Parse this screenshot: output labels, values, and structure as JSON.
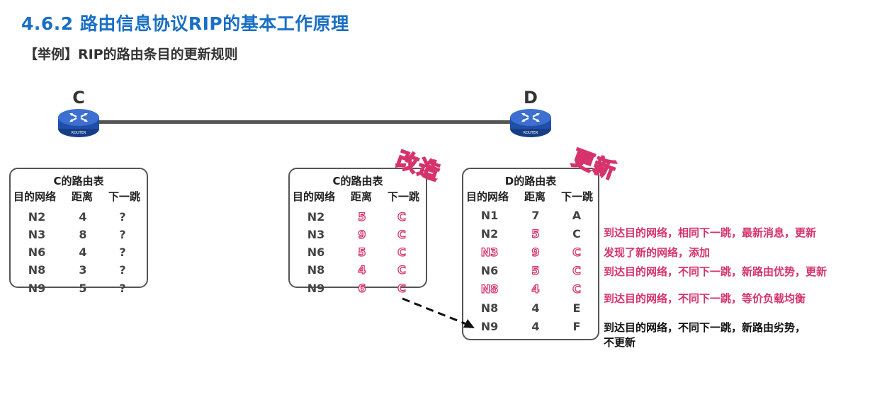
{
  "title": "4.6.2 路由信息协议RIP的基本工作原理",
  "subtitle": "【举例】RIP的路由条目的更新规则",
  "routers": {
    "c_label": "C",
    "d_label": "D",
    "router_caption": "ROUTER"
  },
  "headers": {
    "dest": "目的网络",
    "dist": "距离",
    "next": "下一跳"
  },
  "table_c": {
    "name": "C的路由表",
    "rows": [
      {
        "dest": "N2",
        "dist": "4",
        "next": "?"
      },
      {
        "dest": "N3",
        "dist": "8",
        "next": "?"
      },
      {
        "dest": "N6",
        "dist": "4",
        "next": "?"
      },
      {
        "dest": "N8",
        "dist": "3",
        "next": "?"
      },
      {
        "dest": "N9",
        "dist": "5",
        "next": "?"
      }
    ]
  },
  "table_c_mod": {
    "name": "C的路由表",
    "stamp": "改造",
    "rows": [
      {
        "dest": "N2",
        "dist": "5",
        "next": "C"
      },
      {
        "dest": "N3",
        "dist": "9",
        "next": "C"
      },
      {
        "dest": "N6",
        "dist": "5",
        "next": "C"
      },
      {
        "dest": "N8",
        "dist": "4",
        "next": "C"
      },
      {
        "dest": "N9",
        "dist": "6",
        "next": "C"
      }
    ]
  },
  "table_d": {
    "name": "D的路由表",
    "stamp": "更新",
    "rows": [
      {
        "dest": "N1",
        "dist": "7",
        "next": "A"
      },
      {
        "dest": "N2",
        "dist": "5",
        "next": "C"
      },
      {
        "dest": "N3",
        "dist": "9",
        "next": "C"
      },
      {
        "dest": "N6",
        "dist": "5",
        "next": "C"
      },
      {
        "dest": "N8",
        "dist": "4",
        "next": "C"
      },
      {
        "dest": "N8",
        "dist": "4",
        "next": "E"
      },
      {
        "dest": "N9",
        "dist": "4",
        "next": "F"
      }
    ]
  },
  "notes": {
    "n1": "到达目的网络，相同下一跳，最新消息，更新",
    "n2": "发现了新的网络，添加",
    "n3": "到达目的网络，不同下一跳，新路由优势，更新",
    "n4": "到达目的网络，不同下一跳，等价负载均衡",
    "n5a": "到达目的网络，不同下一跳，新路由劣势，",
    "n5b": "不更新"
  },
  "colors": {
    "title": "#1a6fc4",
    "highlight": "#d6336c",
    "line": "#555555",
    "router": "#1f4fa8"
  }
}
